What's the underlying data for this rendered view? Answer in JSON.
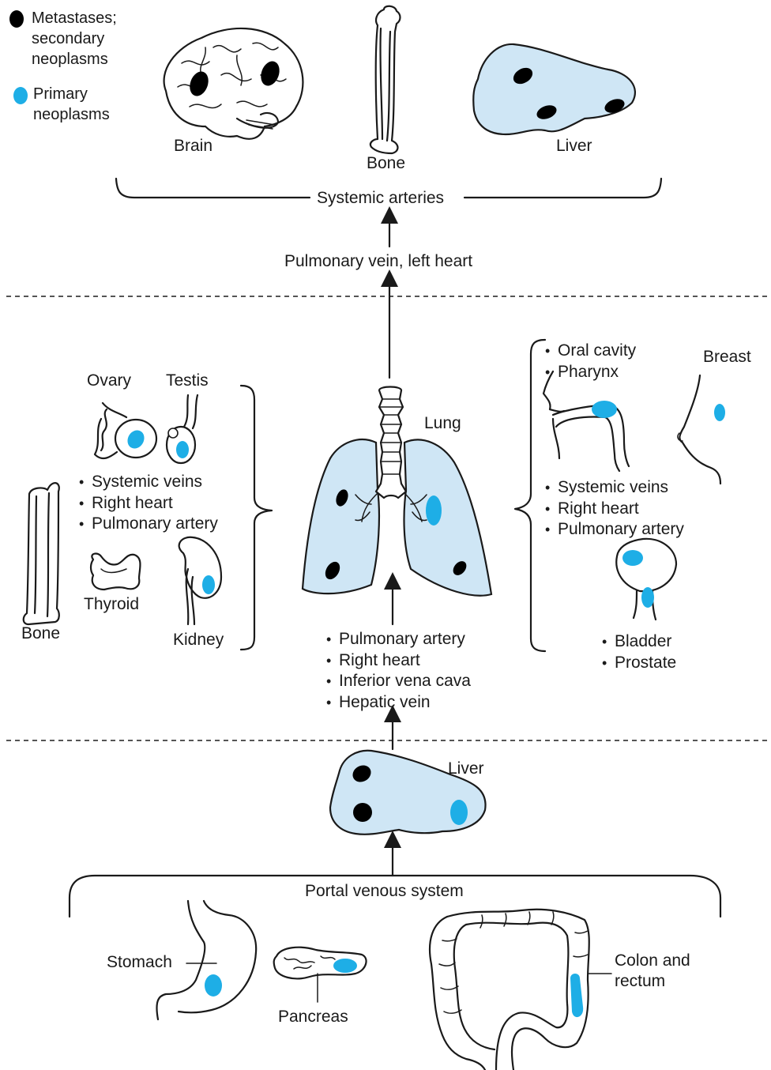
{
  "colors": {
    "primary": "#1eaee6",
    "metastasis": "#000000",
    "organ_fill": "#cfe6f5"
  },
  "legend": {
    "metastases": "Metastases;\nsecondary\nneoplasms",
    "primary": "Primary\nneoplasms"
  },
  "top": {
    "brain": "Brain",
    "bone": "Bone",
    "liver": "Liver",
    "systemic_arteries": "Systemic arteries",
    "pulmonary_vein": "Pulmonary vein, left heart"
  },
  "middle": {
    "ovary": "Ovary",
    "testis": "Testis",
    "left_list": [
      "Systemic veins",
      "Right heart",
      "Pulmonary artery"
    ],
    "thyroid": "Thyroid",
    "bone": "Bone",
    "kidney": "Kidney",
    "lung": "Lung",
    "right_list_top": [
      "Oral cavity",
      "Pharynx"
    ],
    "breast": "Breast",
    "right_list_mid": [
      "Systemic veins",
      "Right heart",
      "Pulmonary artery"
    ],
    "right_list_bottom": [
      "Bladder",
      "Prostate"
    ],
    "center_list": [
      "Pulmonary artery",
      "Right heart",
      "Inferior vena cava",
      "Hepatic vein"
    ]
  },
  "bottom": {
    "liver": "Liver",
    "portal": "Portal venous system",
    "stomach": "Stomach",
    "pancreas": "Pancreas",
    "colon": "Colon and\nrectum"
  }
}
